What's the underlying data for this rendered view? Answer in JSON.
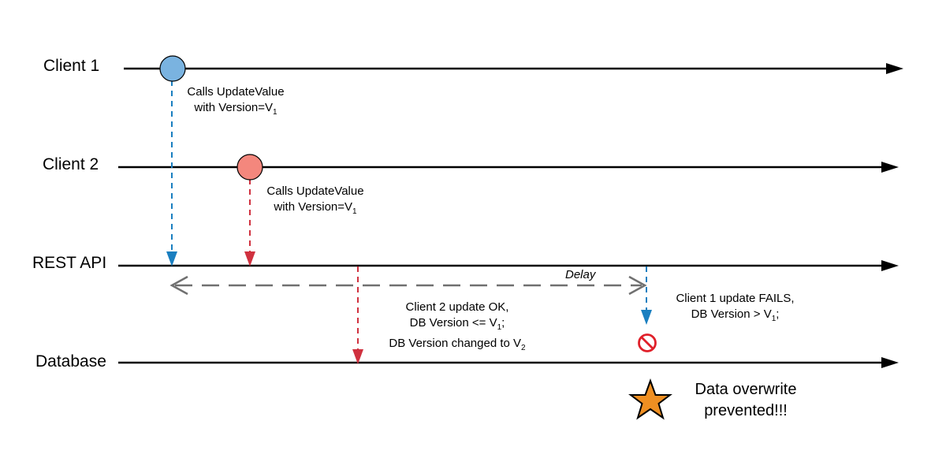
{
  "lanes": {
    "client1": "Client 1",
    "client2": "Client 2",
    "rest_api": "REST API",
    "database": "Database"
  },
  "notes": {
    "client1_call": {
      "line1": "Calls UpdateValue",
      "line2_prefix": "with Version=V",
      "line2_sub": "1"
    },
    "client2_call": {
      "line1": "Calls UpdateValue",
      "line2_prefix": "with Version=V",
      "line2_sub": "1"
    },
    "client2_ok": {
      "line1": "Client 2 update OK,",
      "line2_prefix": "DB Version <= V",
      "line2_sub": "1",
      "line2_suffix": ";",
      "line3_prefix": "DB Version changed to V",
      "line3_sub": "2"
    },
    "client1_fail": {
      "line1": "Client 1 update FAILS,",
      "line2_prefix": "DB Version > V",
      "line2_sub": "1",
      "line2_suffix": ";"
    }
  },
  "delay_label": "Delay",
  "result": {
    "line1": "Data overwrite",
    "line2": "prevented!!!"
  },
  "colors": {
    "client1": "#7ab3e0",
    "client1_arrow": "#1a7fc0",
    "client2": "#f4877d",
    "client2_arrow": "#d0313f",
    "delay": "#707070",
    "star": "#ef8f22",
    "no_entry": "#e0202a"
  },
  "icons": {
    "no_entry": "no-entry-icon",
    "star": "star-icon"
  }
}
